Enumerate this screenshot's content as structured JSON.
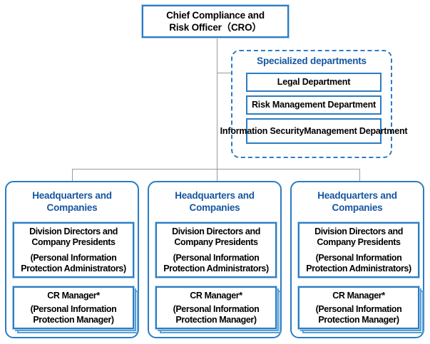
{
  "diagram": {
    "title": "Compliance and Risk Management Organization Chart",
    "colors": {
      "box_border": "#2b7cc4",
      "box_border_light": "#a8cfe9",
      "heading_text": "#15569f",
      "body_text": "#000000",
      "connector_line": "#9a9a9a",
      "background": "#ffffff"
    }
  },
  "top": {
    "node_name": "chief-compliance-and-risk-officer",
    "line1": "Chief Compliance and",
    "line2": "Risk Officer（CRO）"
  },
  "specialized": {
    "heading": "Specialized departments",
    "departments": [
      {
        "line1": "Legal Department",
        "line2": ""
      },
      {
        "line1": "Risk Management Department",
        "line2": ""
      },
      {
        "line1": "Information Security",
        "line2": "Management Department"
      }
    ]
  },
  "columns": [
    {
      "title_line1": "Headquarters and",
      "title_line2": "Companies",
      "admin": {
        "role_line1": "Division Directors and",
        "role_line2": "Company Presidents",
        "sub_line1": "(Personal Information",
        "sub_line2": "Protection Administrators)"
      },
      "manager": {
        "role_line1": "CR Manager*",
        "sub_line1": "(Personal Information",
        "sub_line2": "Protection Manager)"
      }
    },
    {
      "title_line1": "Headquarters and",
      "title_line2": "Companies",
      "admin": {
        "role_line1": "Division Directors and",
        "role_line2": "Company Presidents",
        "sub_line1": "(Personal Information",
        "sub_line2": "Protection Administrators)"
      },
      "manager": {
        "role_line1": "CR Manager*",
        "sub_line1": "(Personal Information",
        "sub_line2": "Protection Manager)"
      }
    },
    {
      "title_line1": "Headquarters and",
      "title_line2": "Companies",
      "admin": {
        "role_line1": "Division Directors and",
        "role_line2": "Company Presidents",
        "sub_line1": "(Personal Information",
        "sub_line2": "Protection Administrators)"
      },
      "manager": {
        "role_line1": "CR Manager*",
        "sub_line1": "(Personal Information",
        "sub_line2": "Protection Manager)"
      }
    }
  ]
}
